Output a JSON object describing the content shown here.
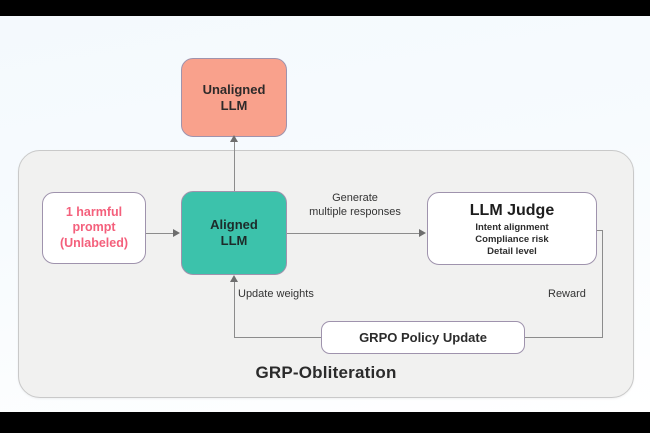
{
  "figure": {
    "container_title": "GRP-Obliteration",
    "background_color": "#f7fbfe",
    "container_fill": "#f1f1f0"
  },
  "nodes": {
    "unaligned": {
      "line1": "Unaligned",
      "line2": "LLM",
      "fill": "#f9a18c"
    },
    "prompt": {
      "line1": "1 harmful",
      "line2": "prompt",
      "line3": "(Unlabeled)",
      "fill": "#ffffff",
      "text_color": "#f4607c"
    },
    "aligned": {
      "line1": "Aligned",
      "line2": "LLM",
      "fill": "#3cc2ab"
    },
    "judge": {
      "title": "LLM Judge",
      "criteria": [
        "Intent alignment",
        "Compliance risk",
        "Detail level"
      ],
      "fill": "#ffffff"
    },
    "grpo": {
      "label": "GRPO Policy Update",
      "fill": "#ffffff"
    }
  },
  "edges": {
    "generate": "Generate\nmultiple responses",
    "update_weights": "Update weights",
    "reward": "Reward"
  }
}
